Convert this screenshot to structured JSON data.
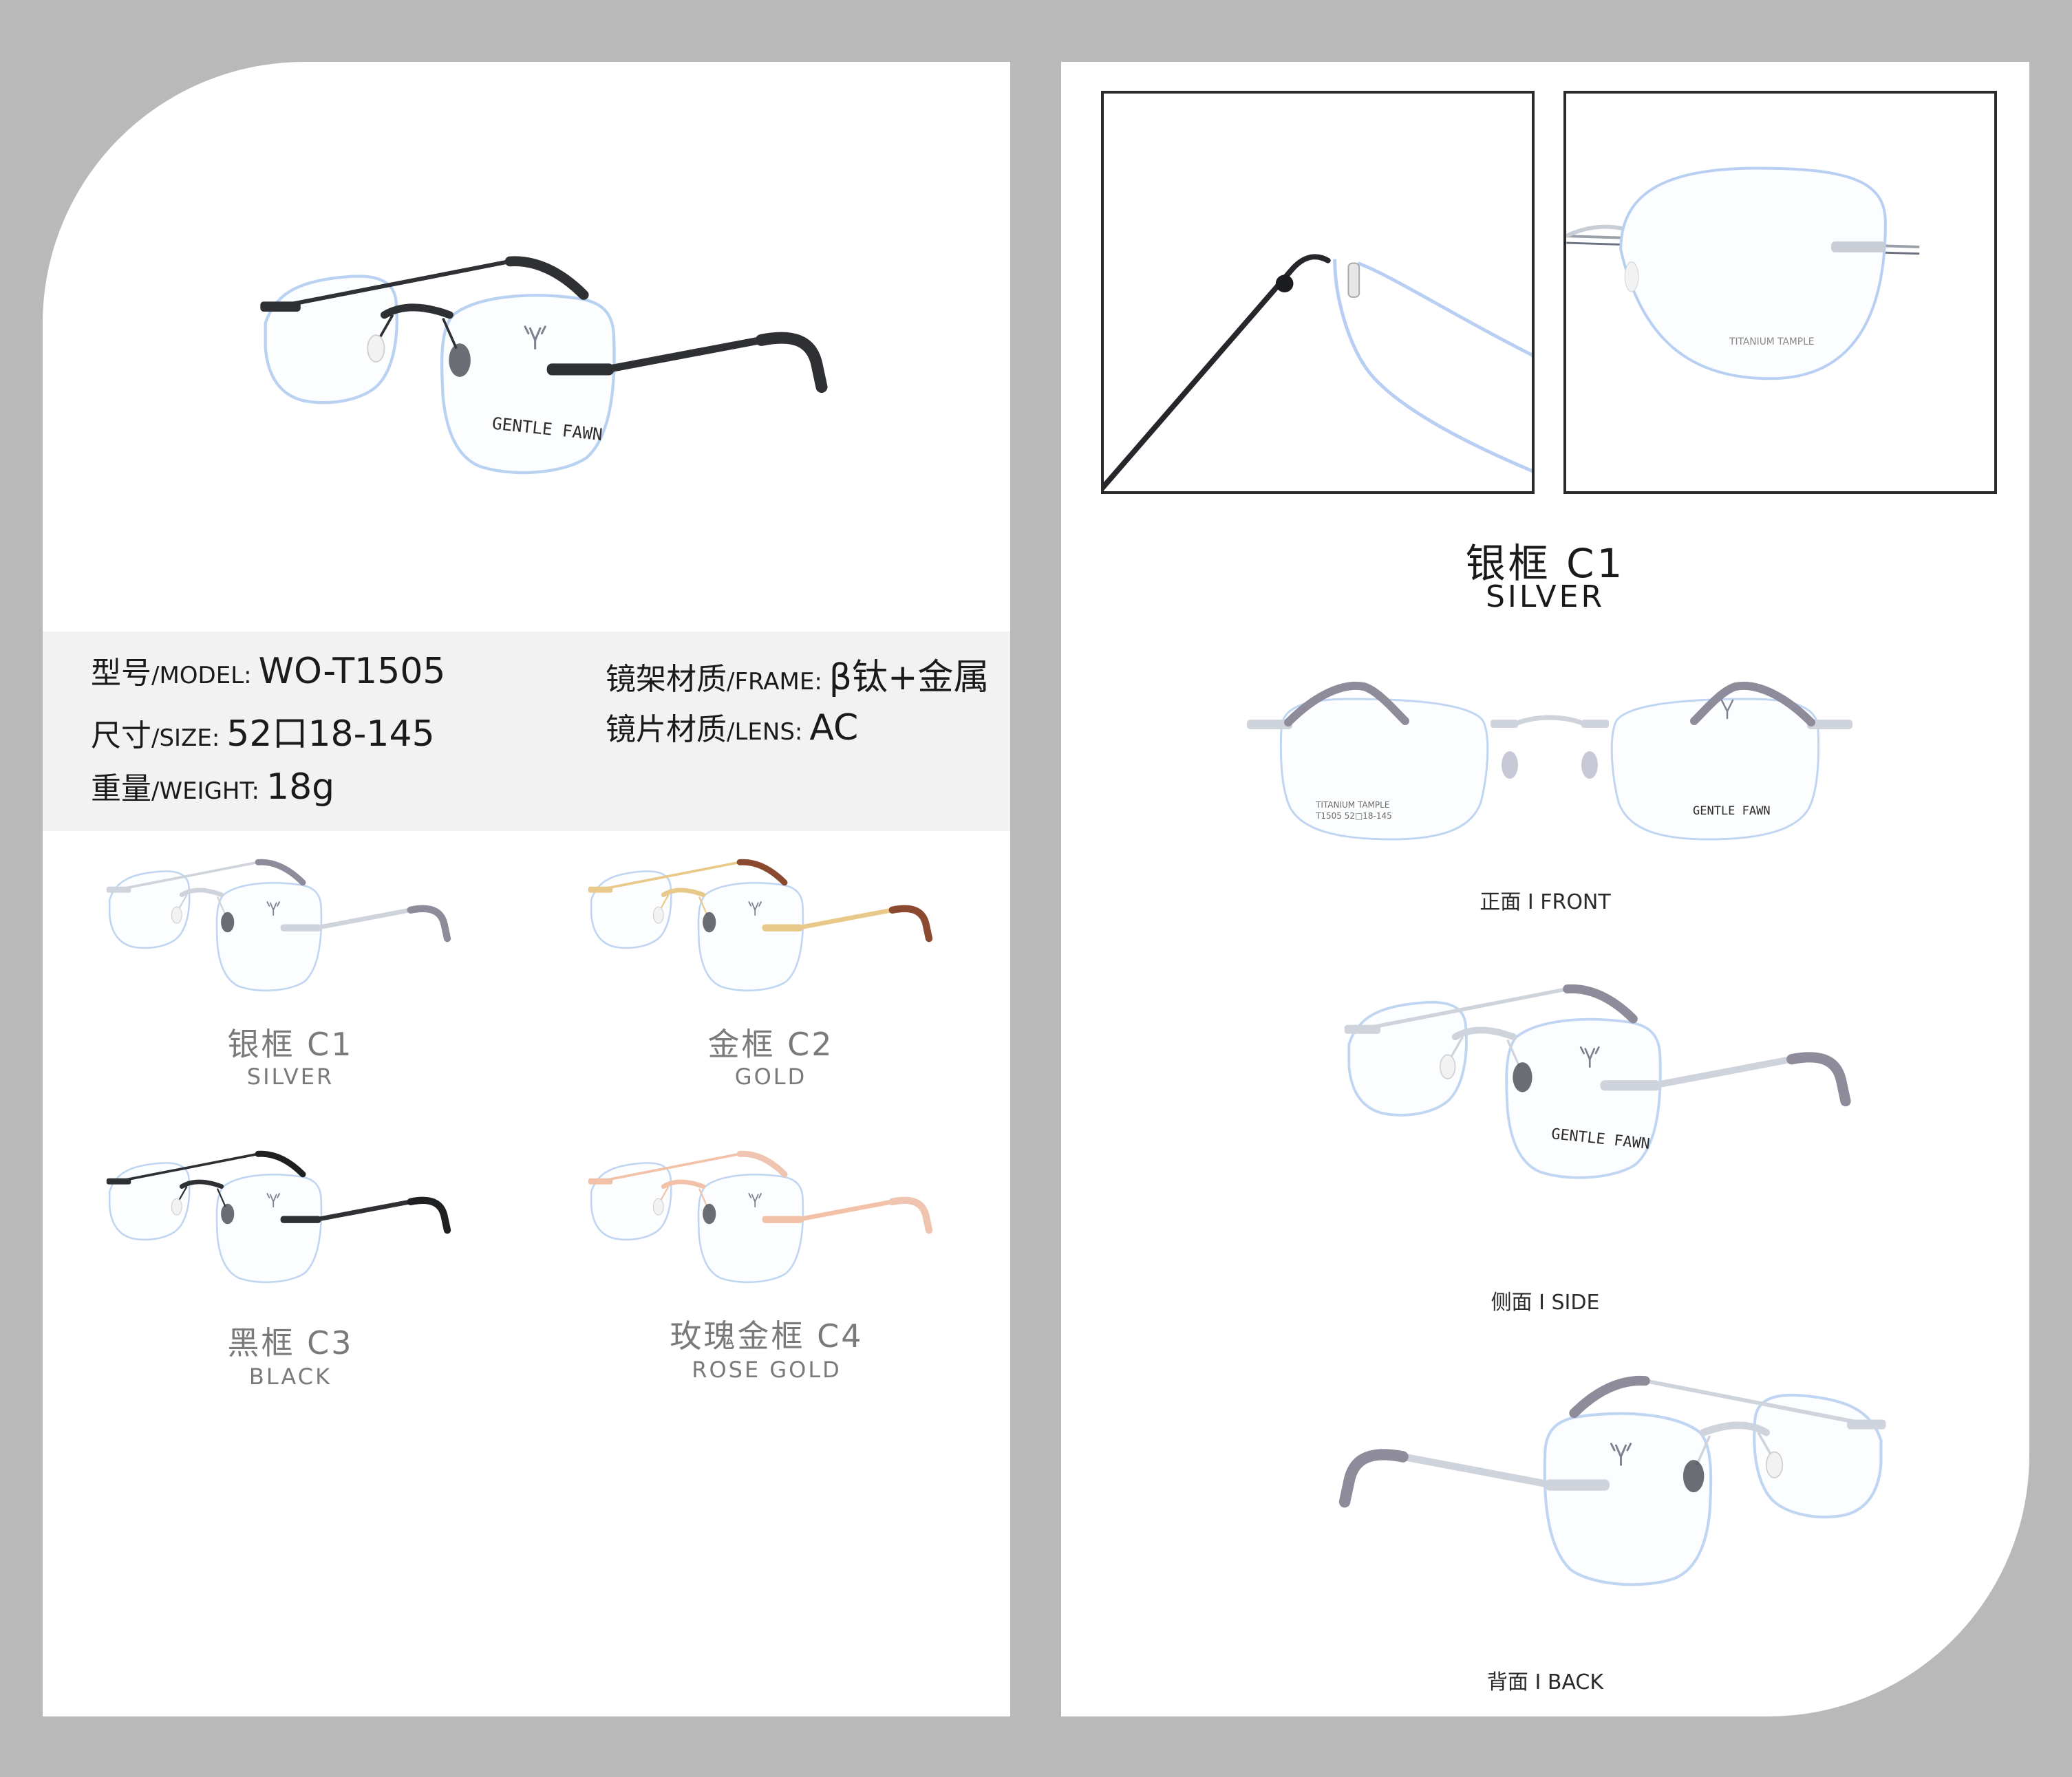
{
  "brand": {
    "lens_print": "GENTLE FAWN",
    "temple_print_line1": "TITANIUM TAMPLE",
    "temple_print_line2": "T1505  52□18-145"
  },
  "specs": {
    "model": {
      "label_cn": "型号",
      "label_en": "/MODEL:",
      "value": "WO-T1505"
    },
    "size": {
      "label_cn": "尺寸",
      "label_en": "/SIZE:",
      "value": "52口18-145"
    },
    "weight": {
      "label_cn": "重量",
      "label_en": "/WEIGHT:",
      "value": "18g"
    },
    "frame": {
      "label_cn": "镜架材质",
      "label_en": "/FRAME:",
      "value": "β钛+金属"
    },
    "lens": {
      "label_cn": "镜片材质",
      "label_en": "/LENS:",
      "value": "AC"
    }
  },
  "variants": [
    {
      "title": "银框 C1",
      "subtitle": "SILVER",
      "frame_color": "#cfd3dc",
      "tip_color": "#8e8c9b"
    },
    {
      "title": "金框 C2",
      "subtitle": "GOLD",
      "frame_color": "#e9c98a",
      "tip_color": "#8b4a2f"
    },
    {
      "title": "黑框 C3",
      "subtitle": "BLACK",
      "frame_color": "#2f3033",
      "tip_color": "#1f2022"
    },
    {
      "title": "玫瑰金框 C4",
      "subtitle": "ROSE GOLD",
      "frame_color": "#f2c1a8",
      "tip_color": "#efc5b2"
    }
  ],
  "hero": {
    "title": "银框 C1",
    "subtitle": "SILVER"
  },
  "views": {
    "front": "正面 I FRONT",
    "side": "侧面 I SIDE",
    "back": "背面 I BACK"
  },
  "colors": {
    "lens_edge": "#b9d2f2",
    "main_frame": "#2f3033",
    "silver_frame": "#cfd3dc",
    "silver_tip": "#8e8c9b"
  }
}
